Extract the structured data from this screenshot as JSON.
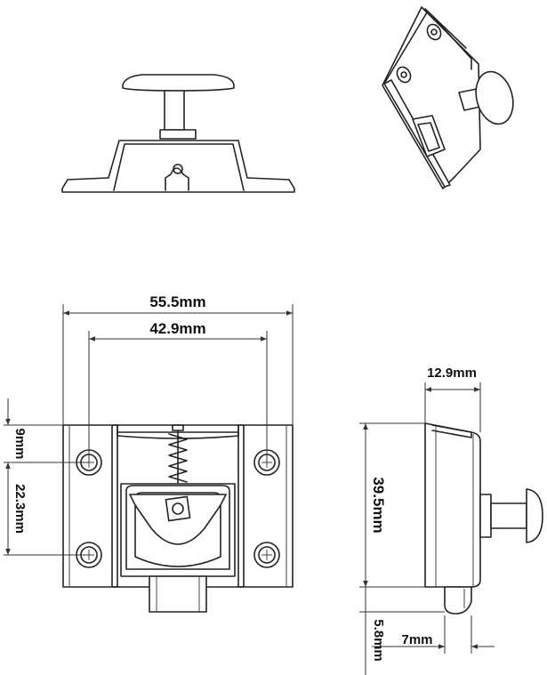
{
  "dimensions": {
    "overall_width": "55.5mm",
    "hole_spacing": "42.9mm",
    "top_to_hole": "9mm",
    "hole_to_hole_vertical": "22.3mm",
    "depth": "12.9mm",
    "height": "39.5mm",
    "bolt_drop": "5.8mm",
    "bolt_offset": "7mm"
  }
}
